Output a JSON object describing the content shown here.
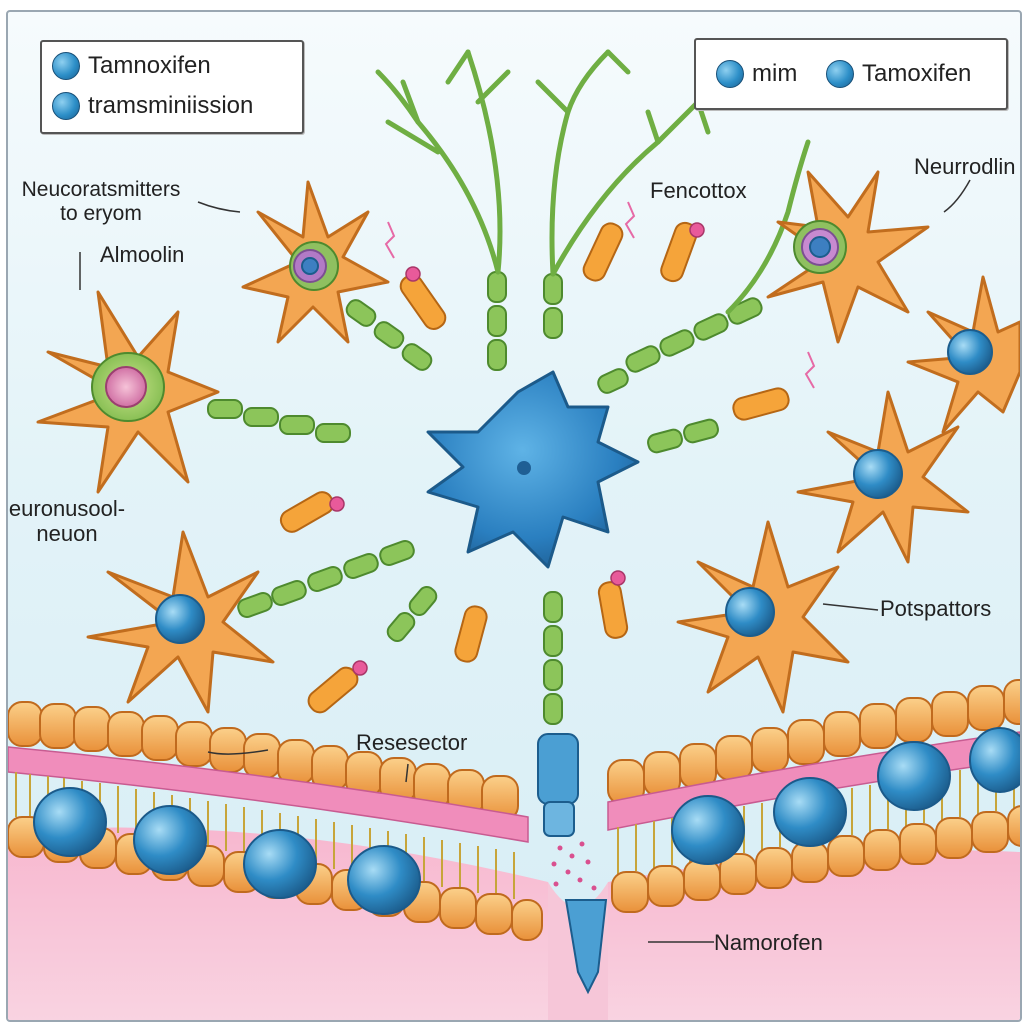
{
  "legend_left": {
    "items": [
      {
        "label": "Tamnoxifen",
        "icon": "blue-sphere-icon"
      },
      {
        "label": "tramsminiission",
        "icon": "blue-sphere-icon"
      }
    ]
  },
  "legend_right": {
    "items": [
      {
        "label": "mim",
        "icon": "blue-sphere-icon"
      },
      {
        "label": "Tamoxifen",
        "icon": "blue-sphere-icon"
      }
    ]
  },
  "labels": {
    "neurotransmitters": "Neucoratsmitters\nto eryom",
    "almoolin": "Almoolin",
    "fencottox": "Fencottox",
    "neurrodlin": "Neurrodlin",
    "neuron": "euronusool-\nneuon",
    "potspattors": "Potspattors",
    "receptor": "Resesector",
    "namorofen": "Namorofen"
  },
  "colors": {
    "neuron_blue": "#2f8cc6",
    "axon_green": "#7cbf4e",
    "dendrite_orange": "#f0a04a",
    "vesicle_orange": "#f5a43a",
    "membrane_pink": "#f2a7c6",
    "cell_orange": "#f7b55c"
  }
}
